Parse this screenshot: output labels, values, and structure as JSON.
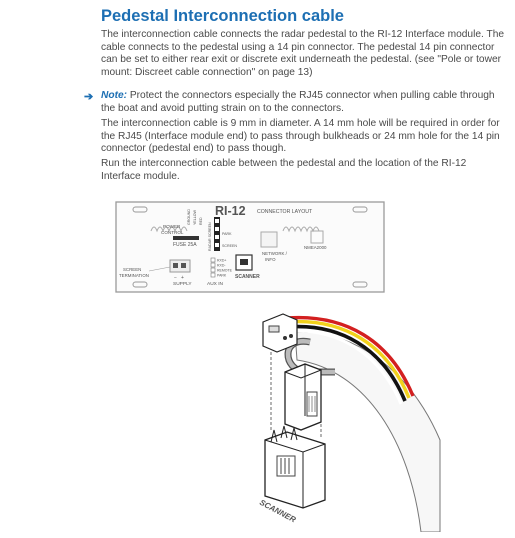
{
  "section": {
    "title": "Pedestal Interconnection cable",
    "para1": "The interconnection cable connects the radar pedestal to the RI-12 Interface module. The cable connects to the pedestal using a 14 pin connector. The pedestal 14 pin connector can be set to either rear exit or discrete exit underneath the pedestal. (see \"Pole or tower mount: Discreet cable connection\" on page 13)",
    "note_label": "Note:",
    "note_text": " Protect the connectors especially the RJ45 connector when pulling cable through the boat and avoid putting strain on to the connectors.",
    "para3": "The interconnection cable is 9 mm in diameter. A 14 mm hole will be required in order for the RJ45 (Interface module end) to pass through bulkheads or 24 mm hole for the 14 pin connector (pedestal end) to pass though.",
    "para4": "Run the interconnection cable between the pedestal and the location of the RI-12 Interface module."
  },
  "module_diagram": {
    "title": "RI-12",
    "subtitle": "CONNECTOR LAYOUT",
    "power_control": "POWER\nCONTROL",
    "fuse": "FUSE 25A",
    "power_labels": [
      "GROUND",
      "YELLOW",
      "RED"
    ],
    "radar_screen_label": "RADAR SCREEN",
    "park": "PARK",
    "screen": "SCREEN",
    "aux_labels": [
      "RXD+",
      "RXD-",
      "REMOTE",
      "PARK"
    ],
    "aux_in": "AUX IN",
    "screen_termination": "SCREEN\nTERMINATION",
    "supply": "SUPPLY",
    "minus": "−",
    "plus": "+",
    "network_info": "NETWORK /\nINFO",
    "nmea2000": "NMEA2000",
    "scanner": "SCANNER"
  },
  "assembly_diagram": {
    "scanner_label": "SCANNER",
    "cable_colors": [
      "#d32020",
      "#f2d21c",
      "#111111",
      "#ffffff"
    ]
  }
}
